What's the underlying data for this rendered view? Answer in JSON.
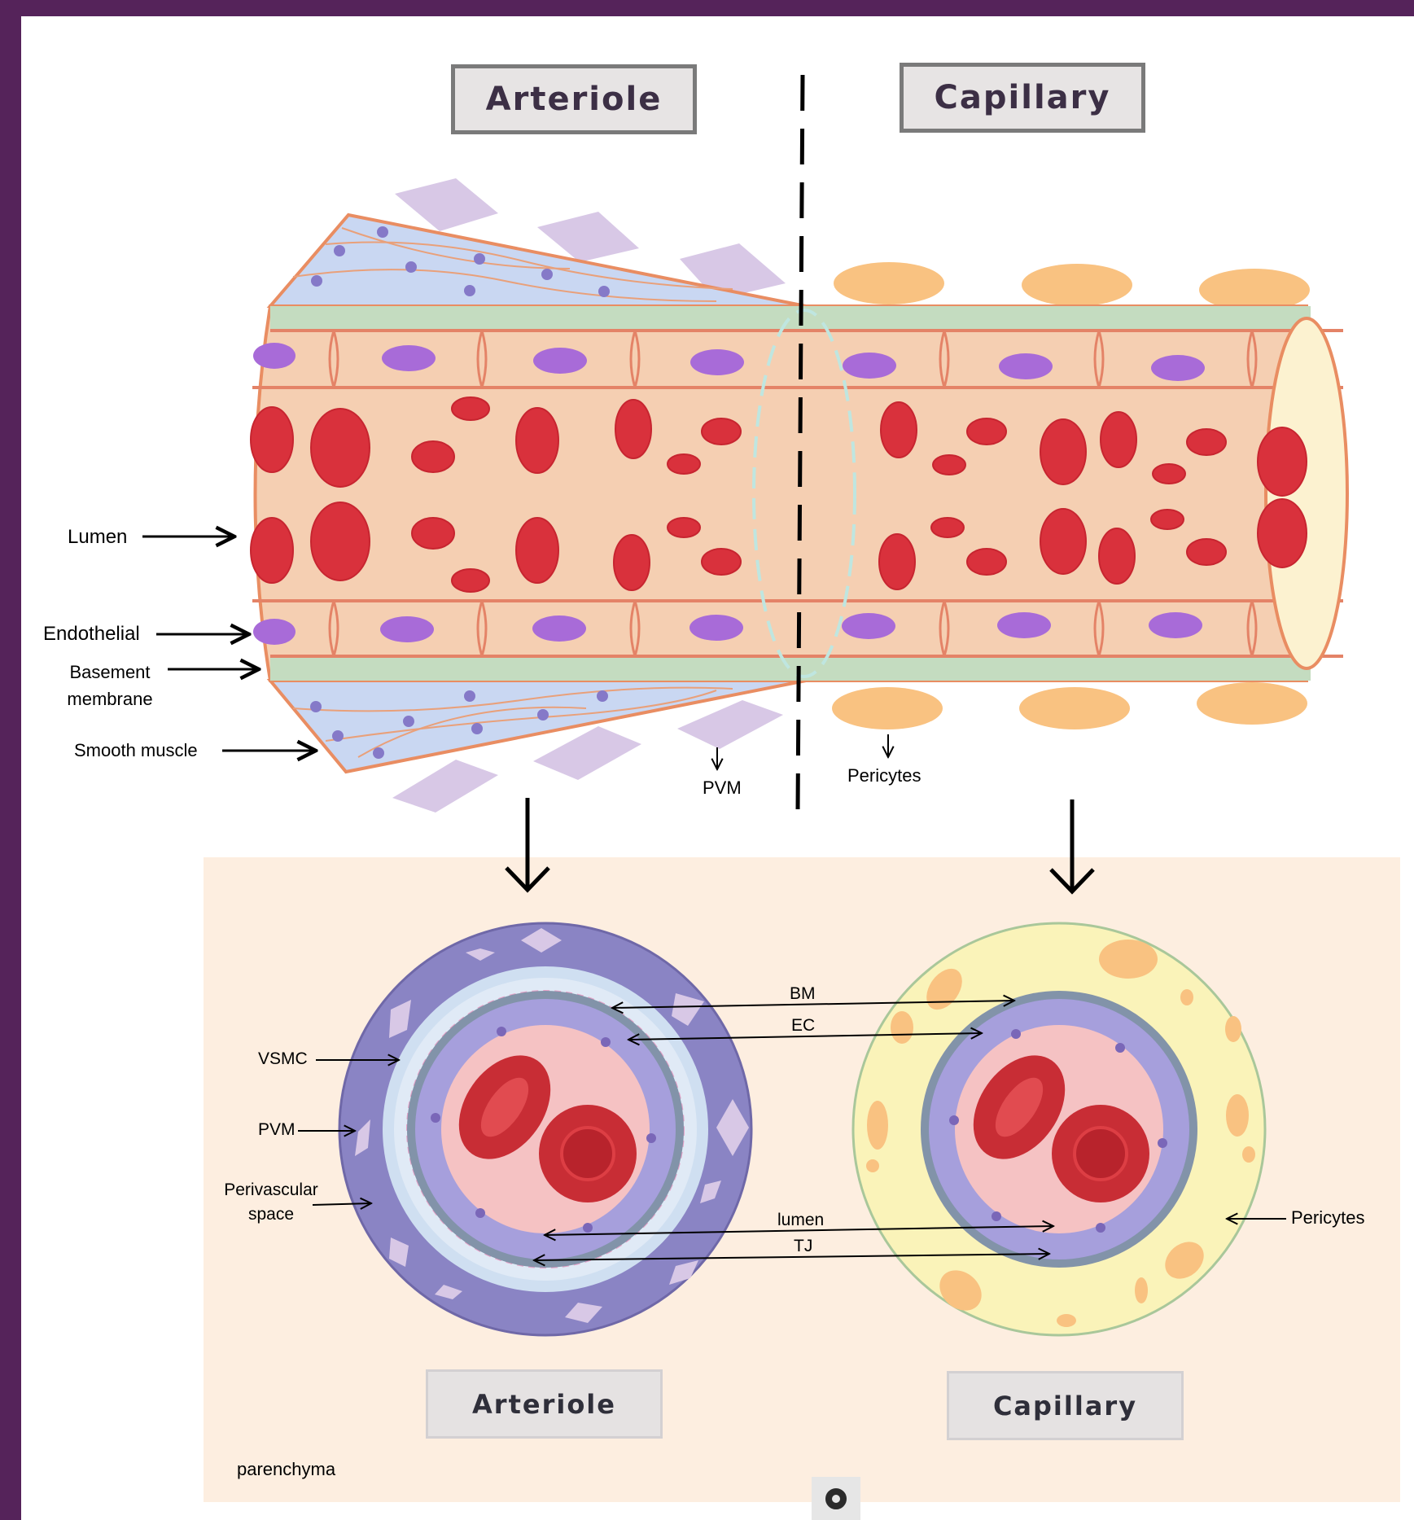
{
  "titles": {
    "top_arteriole": "Arteriole",
    "top_capillary": "Capillary",
    "bottom_arteriole": "Arteriole",
    "bottom_capillary": "Capillary"
  },
  "vessel_labels": {
    "lumen": "Lumen",
    "endothelial": "Endothelial",
    "basement_line1": "Basement",
    "basement_line2": "membrane",
    "smooth_muscle": "Smooth muscle",
    "pvm": "PVM",
    "pericytes": "Pericytes"
  },
  "cross_section_labels": {
    "vsmc": "VSMC",
    "pvm": "PVM",
    "perivascular_line1": "Perivascular",
    "perivascular_line2": "space",
    "bm": "BM",
    "ec": "EC",
    "lumen": "lumen",
    "tj": "TJ",
    "pericytes": "Pericytes",
    "parenchyma": "parenchyma"
  },
  "colors": {
    "frame": "#55235a",
    "smooth_muscle": "#c9d7f2",
    "basement": "#c4dcc0",
    "endothelium": "#f5cfb2",
    "vessel_outline": "#e98d62",
    "rbc": "#d9313c",
    "nucleus": "#a86bd8",
    "pvm": "#d8c8e6",
    "pericyte": "#f9c281",
    "parenchyma": "#fdeee0"
  }
}
